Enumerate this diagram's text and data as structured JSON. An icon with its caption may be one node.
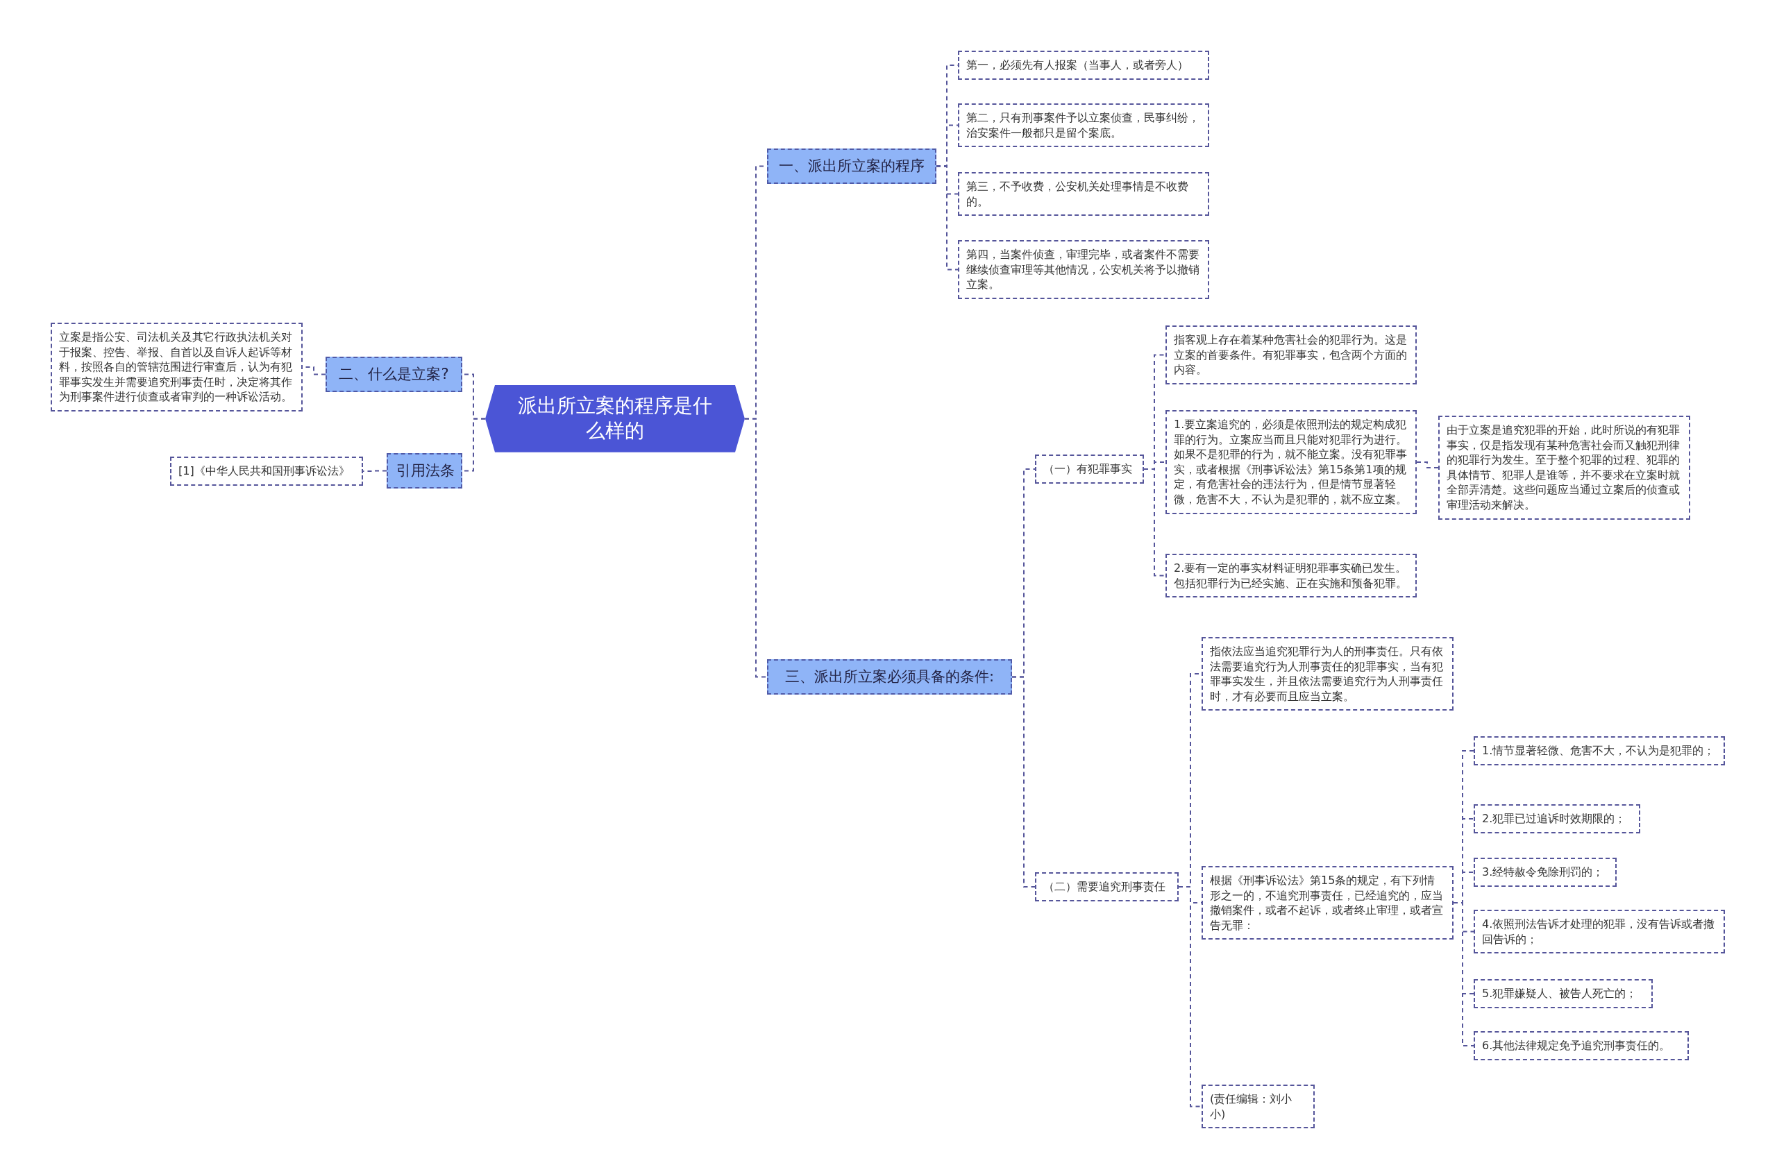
{
  "diagram": {
    "nodes": [
      {
        "text": [
          "派出所立案的程序是什么样的"
        ]
      },
      {
        "text": [
          "一、派出所立案的程序"
        ]
      },
      {
        "text": [
          "第一，必须先有人报案（当事人，或者旁人）"
        ]
      },
      {
        "text": [
          "第二，只有刑事案件予以立案侦查，民事纠纷，治安案件一般都只是留个案底。"
        ]
      },
      {
        "text": [
          "第三，不予收费，公安机关处理事情是不收费的。"
        ]
      },
      {
        "text": [
          "第四，当案件侦查，审理完毕，或者案件不需要继续侦查审理等其他情况，公安机关将予以撤销立案。"
        ]
      },
      {
        "text": [
          "二、什么是立案?"
        ]
      },
      {
        "text": [
          "立案是指公安、司法机关及其它行政执法机关对于报案、控告、举报、自首以及自诉人起诉等材料，按照各自的管辖范围进行审查后，认为有犯罪事实发生并需要追究刑事责任时，决定将其作为刑事案件进行侦查或者审判的一种诉讼活动。"
        ]
      },
      {
        "text": [
          "引用法条"
        ]
      },
      {
        "text": [
          "[1]《中华人民共和国刑事诉讼法》"
        ]
      },
      {
        "text": [
          "三、派出所立案必须具备的条件:"
        ]
      },
      {
        "text": [
          "（一）有犯罪事实"
        ]
      },
      {
        "text": [
          "指客观上存在着某种危害社会的犯罪行为。这是立案的首要条件。有犯罪事实，包含两个方面的内容。"
        ]
      },
      {
        "text": [
          "1.要立案追究的，必须是依照刑法的规定构成犯罪的行为。立案应当而且只能对犯罪行为进行。如果不是犯罪的行为，就不能立案。没有犯罪事实，或者根据《刑事诉讼法》第15条第1项的规定，有危害社会的违法行为，但是情节显著轻微，危害不大，不认为是犯罪的，就不应立案。"
        ]
      },
      {
        "text": [
          "由于立案是追究犯罪的开始，此时所说的有犯罪事实，仅是指发现有某种危害社会而又触犯刑律的犯罪行为发生。至于整个犯罪的过程、犯罪的具体情节、犯罪人是谁等，并不要求在立案时就全部弄清楚。这些问题应当通过立案后的侦查或审理活动来解决。"
        ]
      },
      {
        "text": [
          "2.要有一定的事实材料证明犯罪事实确已发生。包括犯罪行为已经实施、正在实施和预备犯罪。"
        ]
      },
      {
        "text": [
          "（二）需要追究刑事责任"
        ]
      },
      {
        "text": [
          "指依法应当追究犯罪行为人的刑事责任。只有依法需要追究行为人刑事责任的犯罪事实，当有犯罪事实发生，并且依法需要追究行为人刑事责任时，才有必要而且应当立案。"
        ]
      },
      {
        "text": [
          "根据《刑事诉讼法》第15条的规定，有下列情形之一的，不追究刑事责任，已经追究的，应当撤销案件，或者不起诉，或者终止审理，或者宣告无罪："
        ]
      },
      {
        "text": [
          "1.情节显著轻微、危害不大，不认为是犯罪的；"
        ]
      },
      {
        "text": [
          "2.犯罪已过追诉时效期限的；"
        ]
      },
      {
        "text": [
          "3.经特赦令免除刑罚的；"
        ]
      },
      {
        "text": [
          "4.依照刑法告诉才处理的犯罪，没有告诉或者撤回告诉的；"
        ]
      },
      {
        "text": [
          "5.犯罪嫌疑人、被告人死亡的；"
        ]
      },
      {
        "text": [
          "6.其他法律规定免予追究刑事责任的。"
        ]
      },
      {
        "text": [
          "(责任编辑：刘小小)"
        ]
      }
    ],
    "edges": [
      {
        "from": 0,
        "to": 1,
        "arrow": "none"
      },
      {
        "from": 1,
        "to": 2,
        "arrow": "none"
      },
      {
        "from": 1,
        "to": 3,
        "arrow": "none"
      },
      {
        "from": 1,
        "to": 4,
        "arrow": "none"
      },
      {
        "from": 1,
        "to": 5,
        "arrow": "none"
      },
      {
        "from": 0,
        "to": 6,
        "arrow": "none"
      },
      {
        "from": 6,
        "to": 7,
        "arrow": "none"
      },
      {
        "from": 0,
        "to": 8,
        "arrow": "none"
      },
      {
        "from": 8,
        "to": 9,
        "arrow": "none"
      },
      {
        "from": 0,
        "to": 10,
        "arrow": "none"
      },
      {
        "from": 10,
        "to": 11,
        "arrow": "none"
      },
      {
        "from": 11,
        "to": 12,
        "arrow": "none"
      },
      {
        "from": 11,
        "to": 13,
        "arrow": "none"
      },
      {
        "from": 13,
        "to": 14,
        "arrow": "none"
      },
      {
        "from": 11,
        "to": 15,
        "arrow": "none"
      },
      {
        "from": 10,
        "to": 16,
        "arrow": "none"
      },
      {
        "from": 16,
        "to": 17,
        "arrow": "none"
      },
      {
        "from": 16,
        "to": 18,
        "arrow": "none"
      },
      {
        "from": 18,
        "to": 19,
        "arrow": "none"
      },
      {
        "from": 18,
        "to": 20,
        "arrow": "none"
      },
      {
        "from": 18,
        "to": 21,
        "arrow": "none"
      },
      {
        "from": 18,
        "to": 22,
        "arrow": "none"
      },
      {
        "from": 18,
        "to": 23,
        "arrow": "none"
      },
      {
        "from": 18,
        "to": 24,
        "arrow": "none"
      },
      {
        "from": 16,
        "to": 25,
        "arrow": "none"
      }
    ]
  }
}
